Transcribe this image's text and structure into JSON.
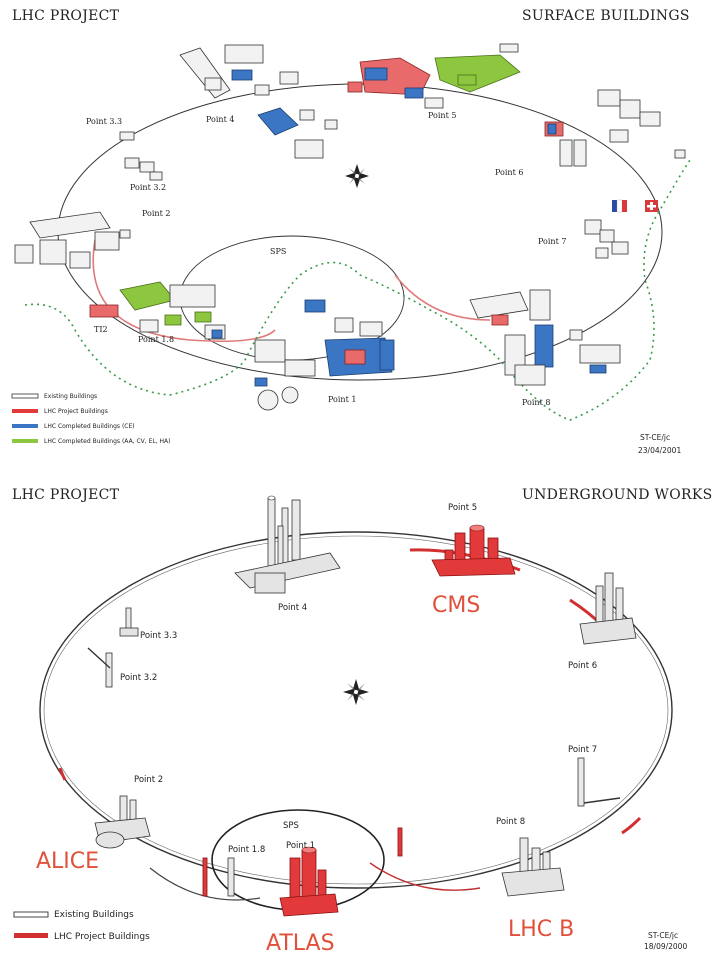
{
  "surface": {
    "header_left": "LHC PROJECT",
    "header_right": "SURFACE BUILDINGS",
    "points": {
      "p1": "Point 1",
      "p18": "Point 1.8",
      "p2": "Point 2",
      "p32": "Point 3.2",
      "p33": "Point 3.3",
      "p4": "Point 4",
      "p5": "Point 5",
      "p6": "Point 6",
      "p7": "Point 7",
      "p8": "Point 8",
      "sps": "SPS",
      "ti2": "TI2"
    },
    "legend": {
      "existing": "Existing Buildings",
      "project": "LHC Project Buildings",
      "completed_ce": "LHC Completed Buildings (CE)",
      "completed_other": "LHC Completed Buildings (AA, CV, EL, HA)"
    },
    "ref_line1": "ST-CE/jc",
    "ref_line2": "23/04/2001"
  },
  "underground": {
    "header_left": "LHC PROJECT",
    "header_right": "UNDERGROUND WORKS",
    "points": {
      "p1": "Point 1",
      "p18": "Point 1.8",
      "p2": "Point 2",
      "p32": "Point 3.2",
      "p33": "Point 3.3",
      "p4": "Point 4",
      "p5": "Point 5",
      "p6": "Point 6",
      "p7": "Point 7",
      "p8": "Point 8",
      "sps": "SPS"
    },
    "experiments": {
      "cms": "CMS",
      "alice": "ALICE",
      "atlas": "ATLAS",
      "lhcb": "LHC B"
    },
    "legend": {
      "existing": "Existing Buildings",
      "project": "LHC Project Buildings"
    },
    "ref_line1": "ST-CE/jc",
    "ref_line2": "18/09/2000"
  },
  "colors": {
    "existing": "#f2f2f2",
    "project": "#e86a6a",
    "completed_ce": "#3a76c4",
    "completed_other": "#8dc63f",
    "experiment_label": "#e0503a",
    "border_dotted": "#3a9a4a"
  }
}
